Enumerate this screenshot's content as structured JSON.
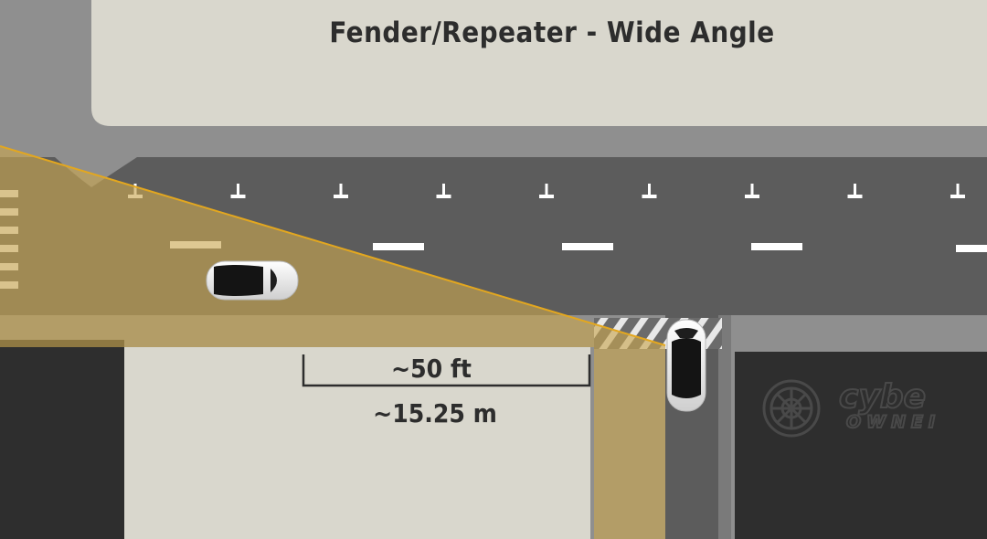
{
  "title": "Fender/Repeater - Wide Angle",
  "measurement": {
    "imperial": "~50 ft",
    "metric": "~15.25 m"
  },
  "watermark": {
    "line1": "cybe",
    "line2": "OWNEI"
  },
  "colors": {
    "road": "#5c5c5c",
    "sidewalk": "#8f8f8f",
    "block": "#d9d7cd",
    "dark_lot": "#2e2e2e",
    "camera_coverage": "#c9a74f",
    "coverage_edge": "#e3a71f",
    "lane_marking": "#ffffff"
  },
  "icons": [
    "car-icon",
    "car-icon",
    "gear-wheel-icon"
  ]
}
